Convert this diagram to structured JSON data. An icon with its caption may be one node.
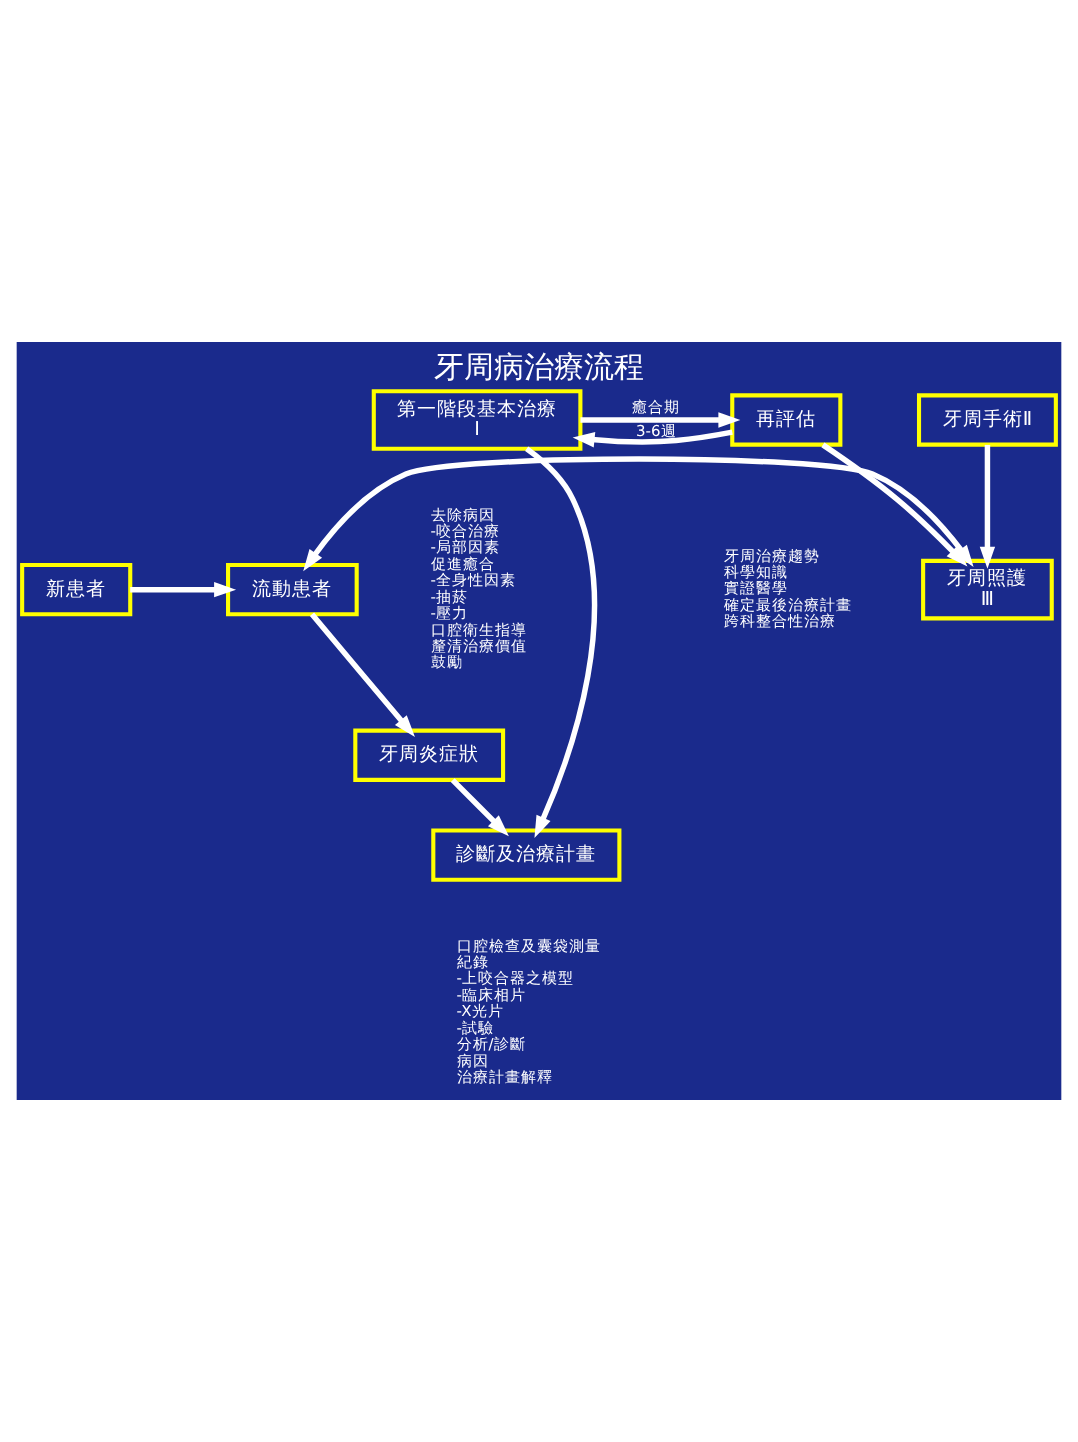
{
  "diagram": {
    "title": "牙周病治療流程",
    "nodes": [
      {
        "text": [
          "新患者"
        ]
      },
      {
        "text": [
          "流動患者"
        ]
      },
      {
        "text": [
          "牙周照護",
          "Ⅲ"
        ]
      },
      {
        "text": [
          "牙周炎症狀"
        ]
      },
      {
        "text": [
          "診斷及治療計畫"
        ],
        "beside": [
          "口腔檢查及囊袋測量",
          "紀錄",
          "-上咬合器之模型",
          "-臨床相片",
          "-X光片",
          "-試驗",
          "分析/診斷",
          "病因",
          "治療計畫解釋"
        ]
      },
      {
        "text": [
          "牙周手術Ⅱ"
        ]
      },
      {
        "text": [
          "第一階段基本治療",
          "Ⅰ"
        ],
        "beside": [
          "去除病因",
          "-咬合治療",
          "-局部因素",
          "促進癒合",
          "-全身性因素",
          "-抽菸",
          "-壓力",
          "口腔衛生指導",
          "釐清治療價值",
          "鼓勵"
        ]
      },
      {
        "text": [
          "再評估"
        ],
        "beside": [
          "牙周治療趨勢",
          "科學知識",
          "實證醫學",
          "確定最後治療計畫",
          "跨科整合性治療"
        ]
      }
    ],
    "edges": [
      {
        "from": 0,
        "to": 1,
        "arrow": "to"
      },
      {
        "from": 1,
        "to": 2,
        "arrow": "both"
      },
      {
        "from": 1,
        "to": 3,
        "arrow": "to"
      },
      {
        "from": 3,
        "to": 4,
        "arrow": "to"
      },
      {
        "from": 6,
        "to": 4,
        "arrow": "to"
      },
      {
        "from": 6,
        "to": 7,
        "arrow": "to",
        "label": "癒合期"
      },
      {
        "from": 7,
        "to": 6,
        "arrow": "to",
        "label": "3-6週"
      },
      {
        "from": 7,
        "to": 2,
        "arrow": "to"
      },
      {
        "from": 5,
        "to": 2,
        "arrow": "to"
      }
    ]
  }
}
